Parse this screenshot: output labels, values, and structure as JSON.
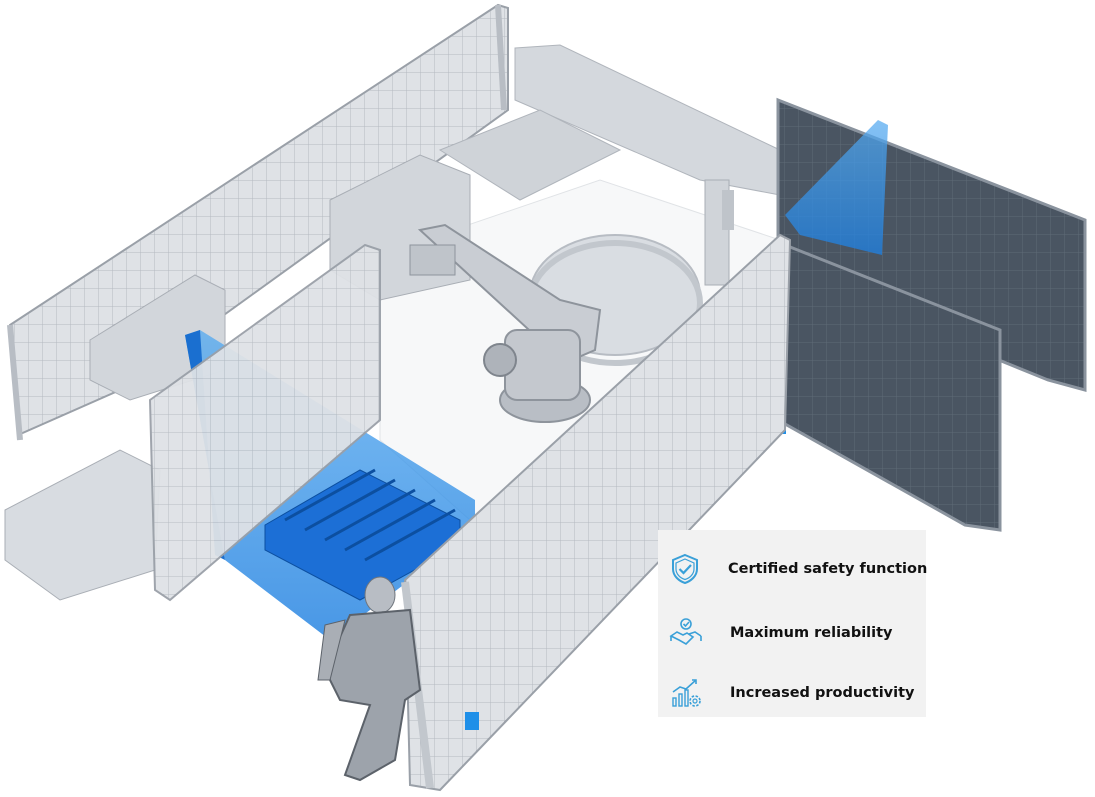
{
  "features": [
    {
      "icon": "shield-check-icon",
      "label": "Certified safety function"
    },
    {
      "icon": "handshake-icon",
      "label": "Maximum reliability"
    },
    {
      "icon": "growth-chart-icon",
      "label": "Increased productivity"
    }
  ],
  "colors": {
    "accent": "#1e8fe8",
    "icon": "#3aa0d8",
    "fence_light": "#d7dbe0",
    "fence_dark": "#4b5663",
    "machine": "#c9cdd3",
    "panel_bg": "#f2f2f2"
  }
}
